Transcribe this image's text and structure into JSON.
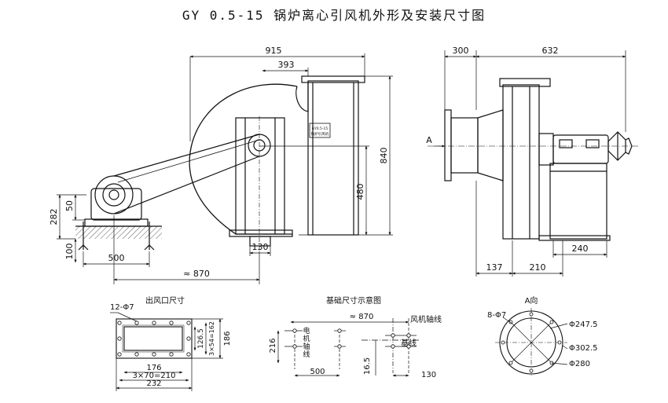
{
  "title": "GY 0.5-15  锅炉离心引风机外形及安装尺寸图",
  "main_view": {
    "dims": {
      "d915": "915",
      "d393": "393",
      "d840": "840",
      "d480": "480",
      "d282": "282",
      "d50": "50",
      "d100": "100",
      "d500": "500",
      "d130": "130",
      "d870": "≈ 870"
    },
    "nameplate_line1": "GY0.5-15",
    "nameplate_line2": "锅炉引风机"
  },
  "side_view": {
    "dims": {
      "d300": "300",
      "d632": "632",
      "d240": "240",
      "d137": "137",
      "d210": "210"
    },
    "arrow_label": "A"
  },
  "outlet_detail": {
    "title": "出风口尺寸",
    "hole_label": "12-Φ7",
    "d126": "126.5",
    "d162": "3×54=162",
    "d186": "186",
    "d176": "176",
    "d210": "3×70=210",
    "d232": "232"
  },
  "foundation_detail": {
    "title": "基础尺寸示意图",
    "d870": "≈ 870",
    "fan_axis": "风机轴线",
    "motor_axis_1": "电",
    "motor_axis_2": "机",
    "motor_axis_3": "轴",
    "motor_axis_4": "线",
    "baseline": "基线",
    "d216": "216",
    "d500": "500",
    "d165": "16.5",
    "d130": "130"
  },
  "a_view": {
    "title": "A向",
    "holes": "8-Φ7",
    "d2475": "Φ247.5",
    "d3025": "Φ302.5",
    "d280": "Φ280"
  }
}
